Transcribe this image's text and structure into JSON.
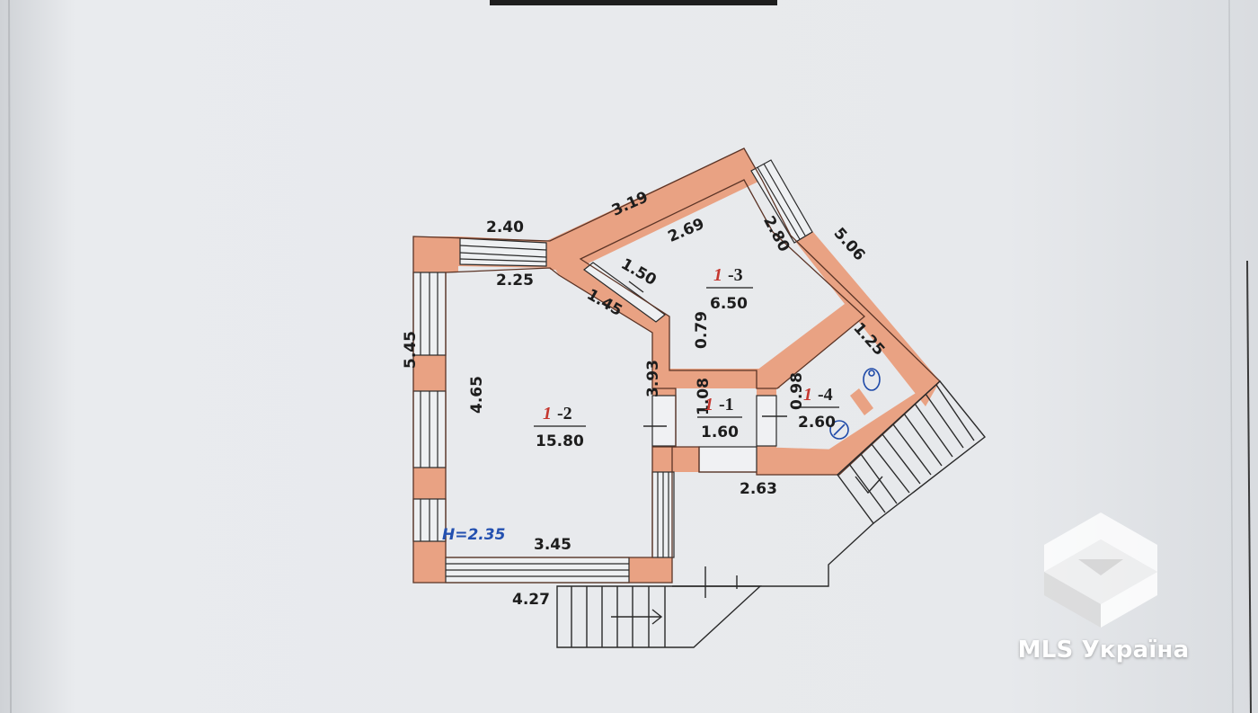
{
  "colors": {
    "wall": "#e9a283",
    "wall_stroke": "#6a3a2a",
    "line": "#2a2a2a",
    "room_num": "#c5372f",
    "height_label": "#2350b0",
    "paper": "#e6e8ec"
  },
  "plan": {
    "height_label": "H=2.35",
    "dimensions": {
      "d319": "3.19",
      "d240": "2.40",
      "d269": "2.69",
      "d280": "2.80",
      "d506": "5.06",
      "d225": "2.25",
      "d150": "1.50",
      "d145": "1.45",
      "d545": "5.45",
      "d465": "4.65",
      "d079": "0.79",
      "d125": "1.25",
      "d393": "3.93",
      "d108": "1.08",
      "d098": "0.98",
      "d263": "2.63",
      "d345": "3.45",
      "d427": "4.27"
    },
    "rooms": [
      {
        "id": "r1",
        "num": "1",
        "suffix": "-1",
        "area": "1.60"
      },
      {
        "id": "r2",
        "num": "1",
        "suffix": "-2",
        "area": "15.80"
      },
      {
        "id": "r3",
        "num": "1",
        "suffix": "-3",
        "area": "6.50"
      },
      {
        "id": "r4",
        "num": "1",
        "suffix": "-4",
        "area": "2.60"
      }
    ]
  },
  "watermark": {
    "text": "MLS Україна",
    "logo_icon": "mls-cube-logo-icon"
  }
}
